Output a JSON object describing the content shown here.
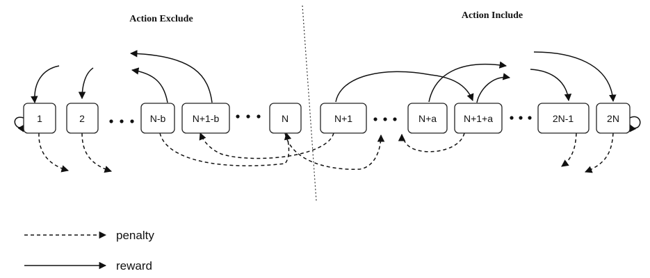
{
  "headings": {
    "left": "Action Exclude",
    "right": "Action Include"
  },
  "states": {
    "s1": "1",
    "s2": "2",
    "s_nb": "N-b",
    "s_n1b": "N+1-b",
    "s_n": "N",
    "s_n1": "N+1",
    "s_na": "N+a",
    "s_n1a": "N+1+a",
    "s_2n1": "2N-1",
    "s_2n": "2N"
  },
  "legend": {
    "penalty": "penalty",
    "reward": "reward"
  }
}
